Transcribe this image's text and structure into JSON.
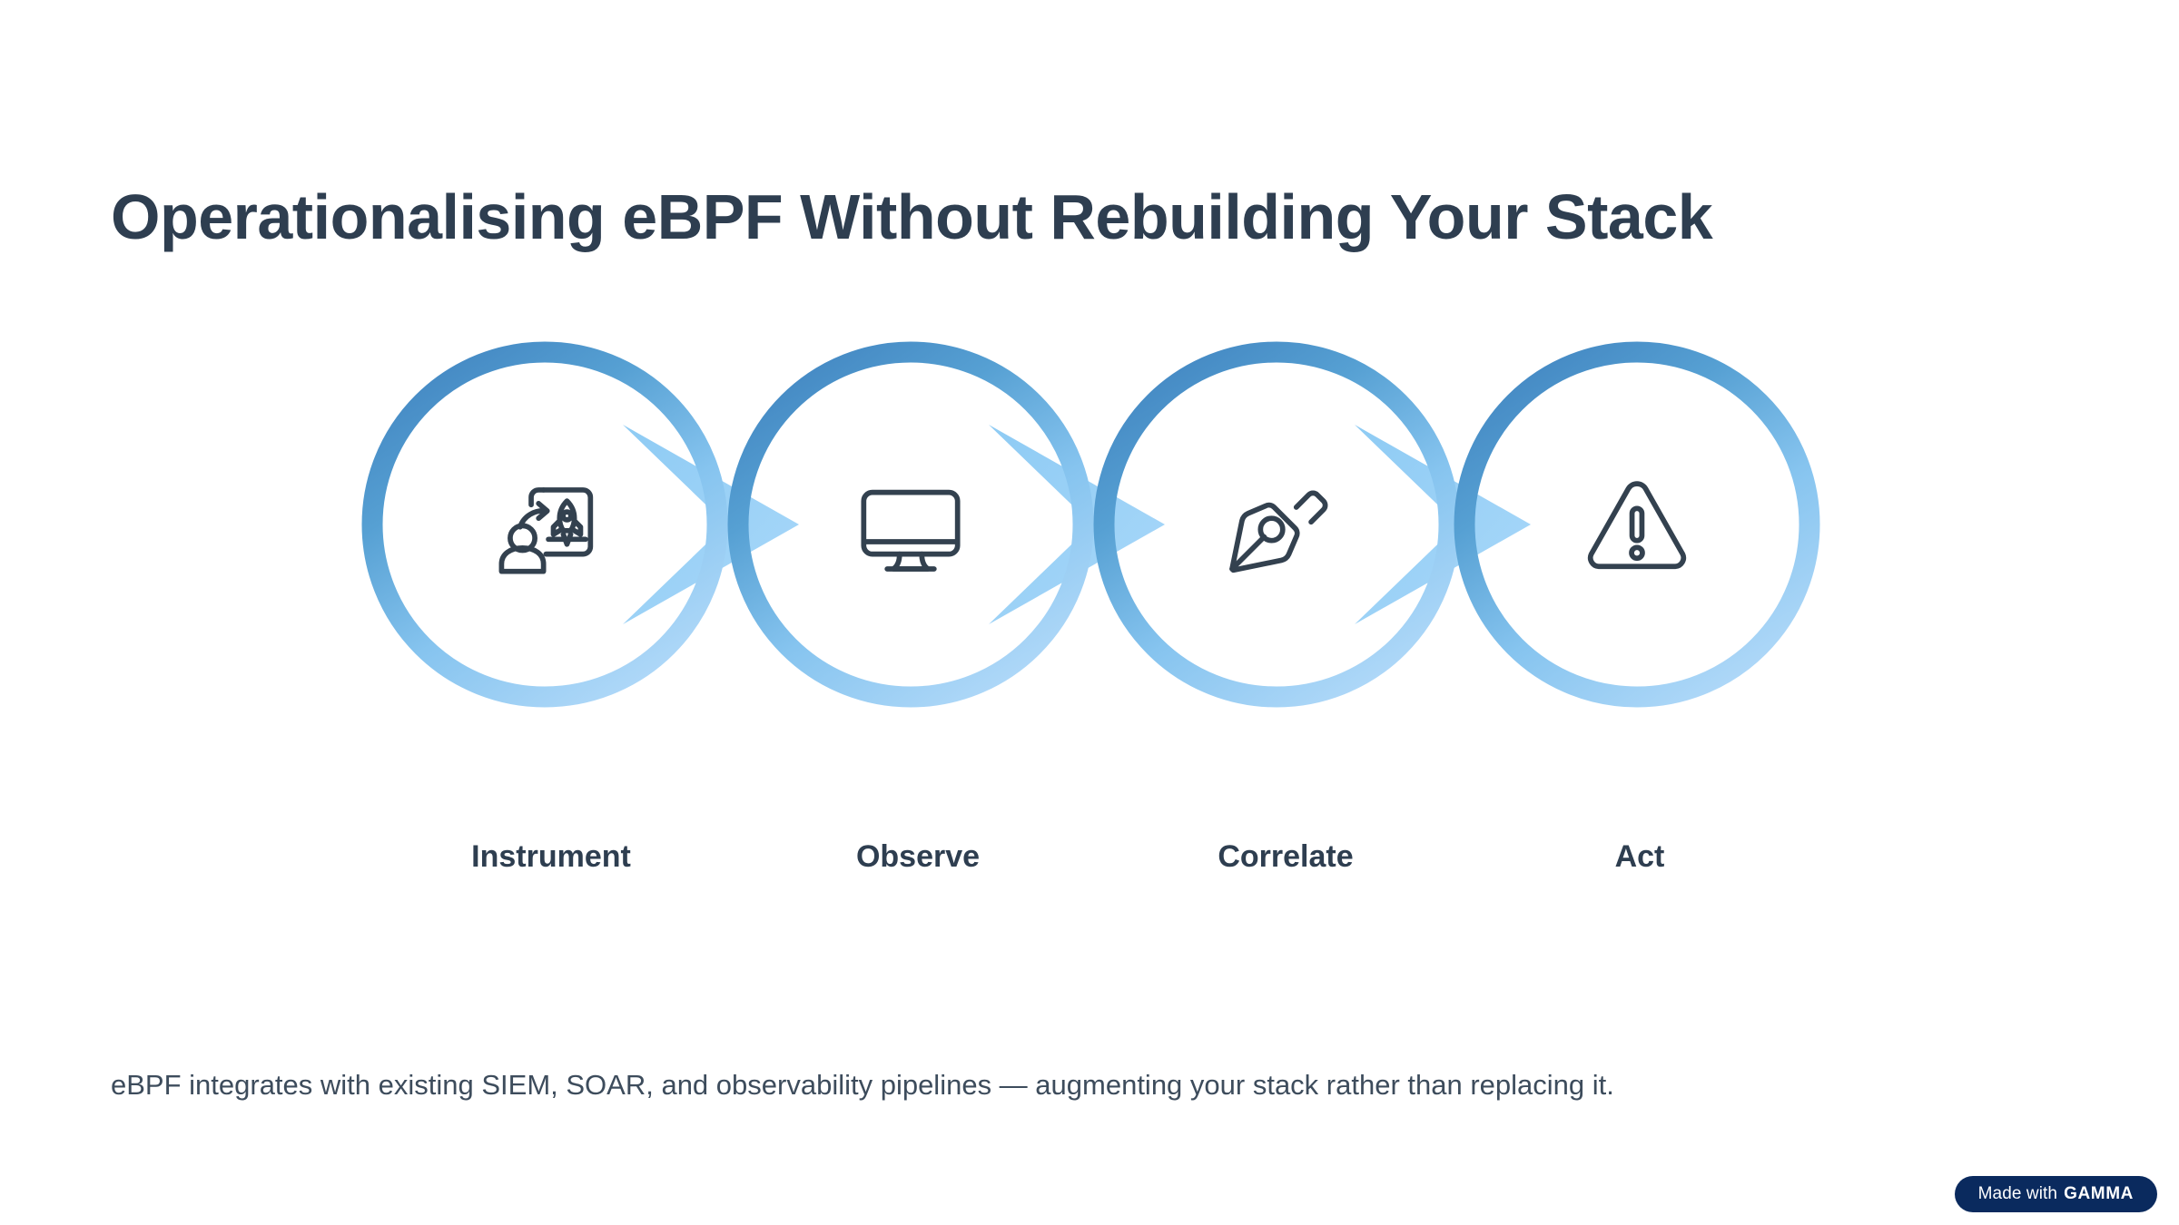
{
  "slide": {
    "background_color": "#ffffff",
    "title": "Operationalising eBPF Without Rebuilding Your Stack",
    "title_color": "#2e3e50",
    "caption": "eBPF integrates with existing SIEM, SOAR, and observability pipelines — augmenting your stack rather than replacing it.",
    "caption_color": "#3d4c5c"
  },
  "process": {
    "connector_icon": "chevron-right-arrow",
    "connector_color": "#9ed2f5",
    "ring_gradient_start": "#4a90c8",
    "ring_gradient_end": "#aed8f8",
    "icon_stroke_color": "#33414f",
    "steps": [
      {
        "label": "Instrument",
        "icon": "person-rocket-launch-icon"
      },
      {
        "label": "Observe",
        "icon": "desktop-monitor-icon"
      },
      {
        "label": "Correlate",
        "icon": "pen-nib-icon"
      },
      {
        "label": "Act",
        "icon": "warning-triangle-icon"
      }
    ]
  },
  "badge": {
    "prefix": "Made with",
    "brand": "GAMMA",
    "background_color": "#0a2a5e",
    "text_color": "#ffffff"
  }
}
